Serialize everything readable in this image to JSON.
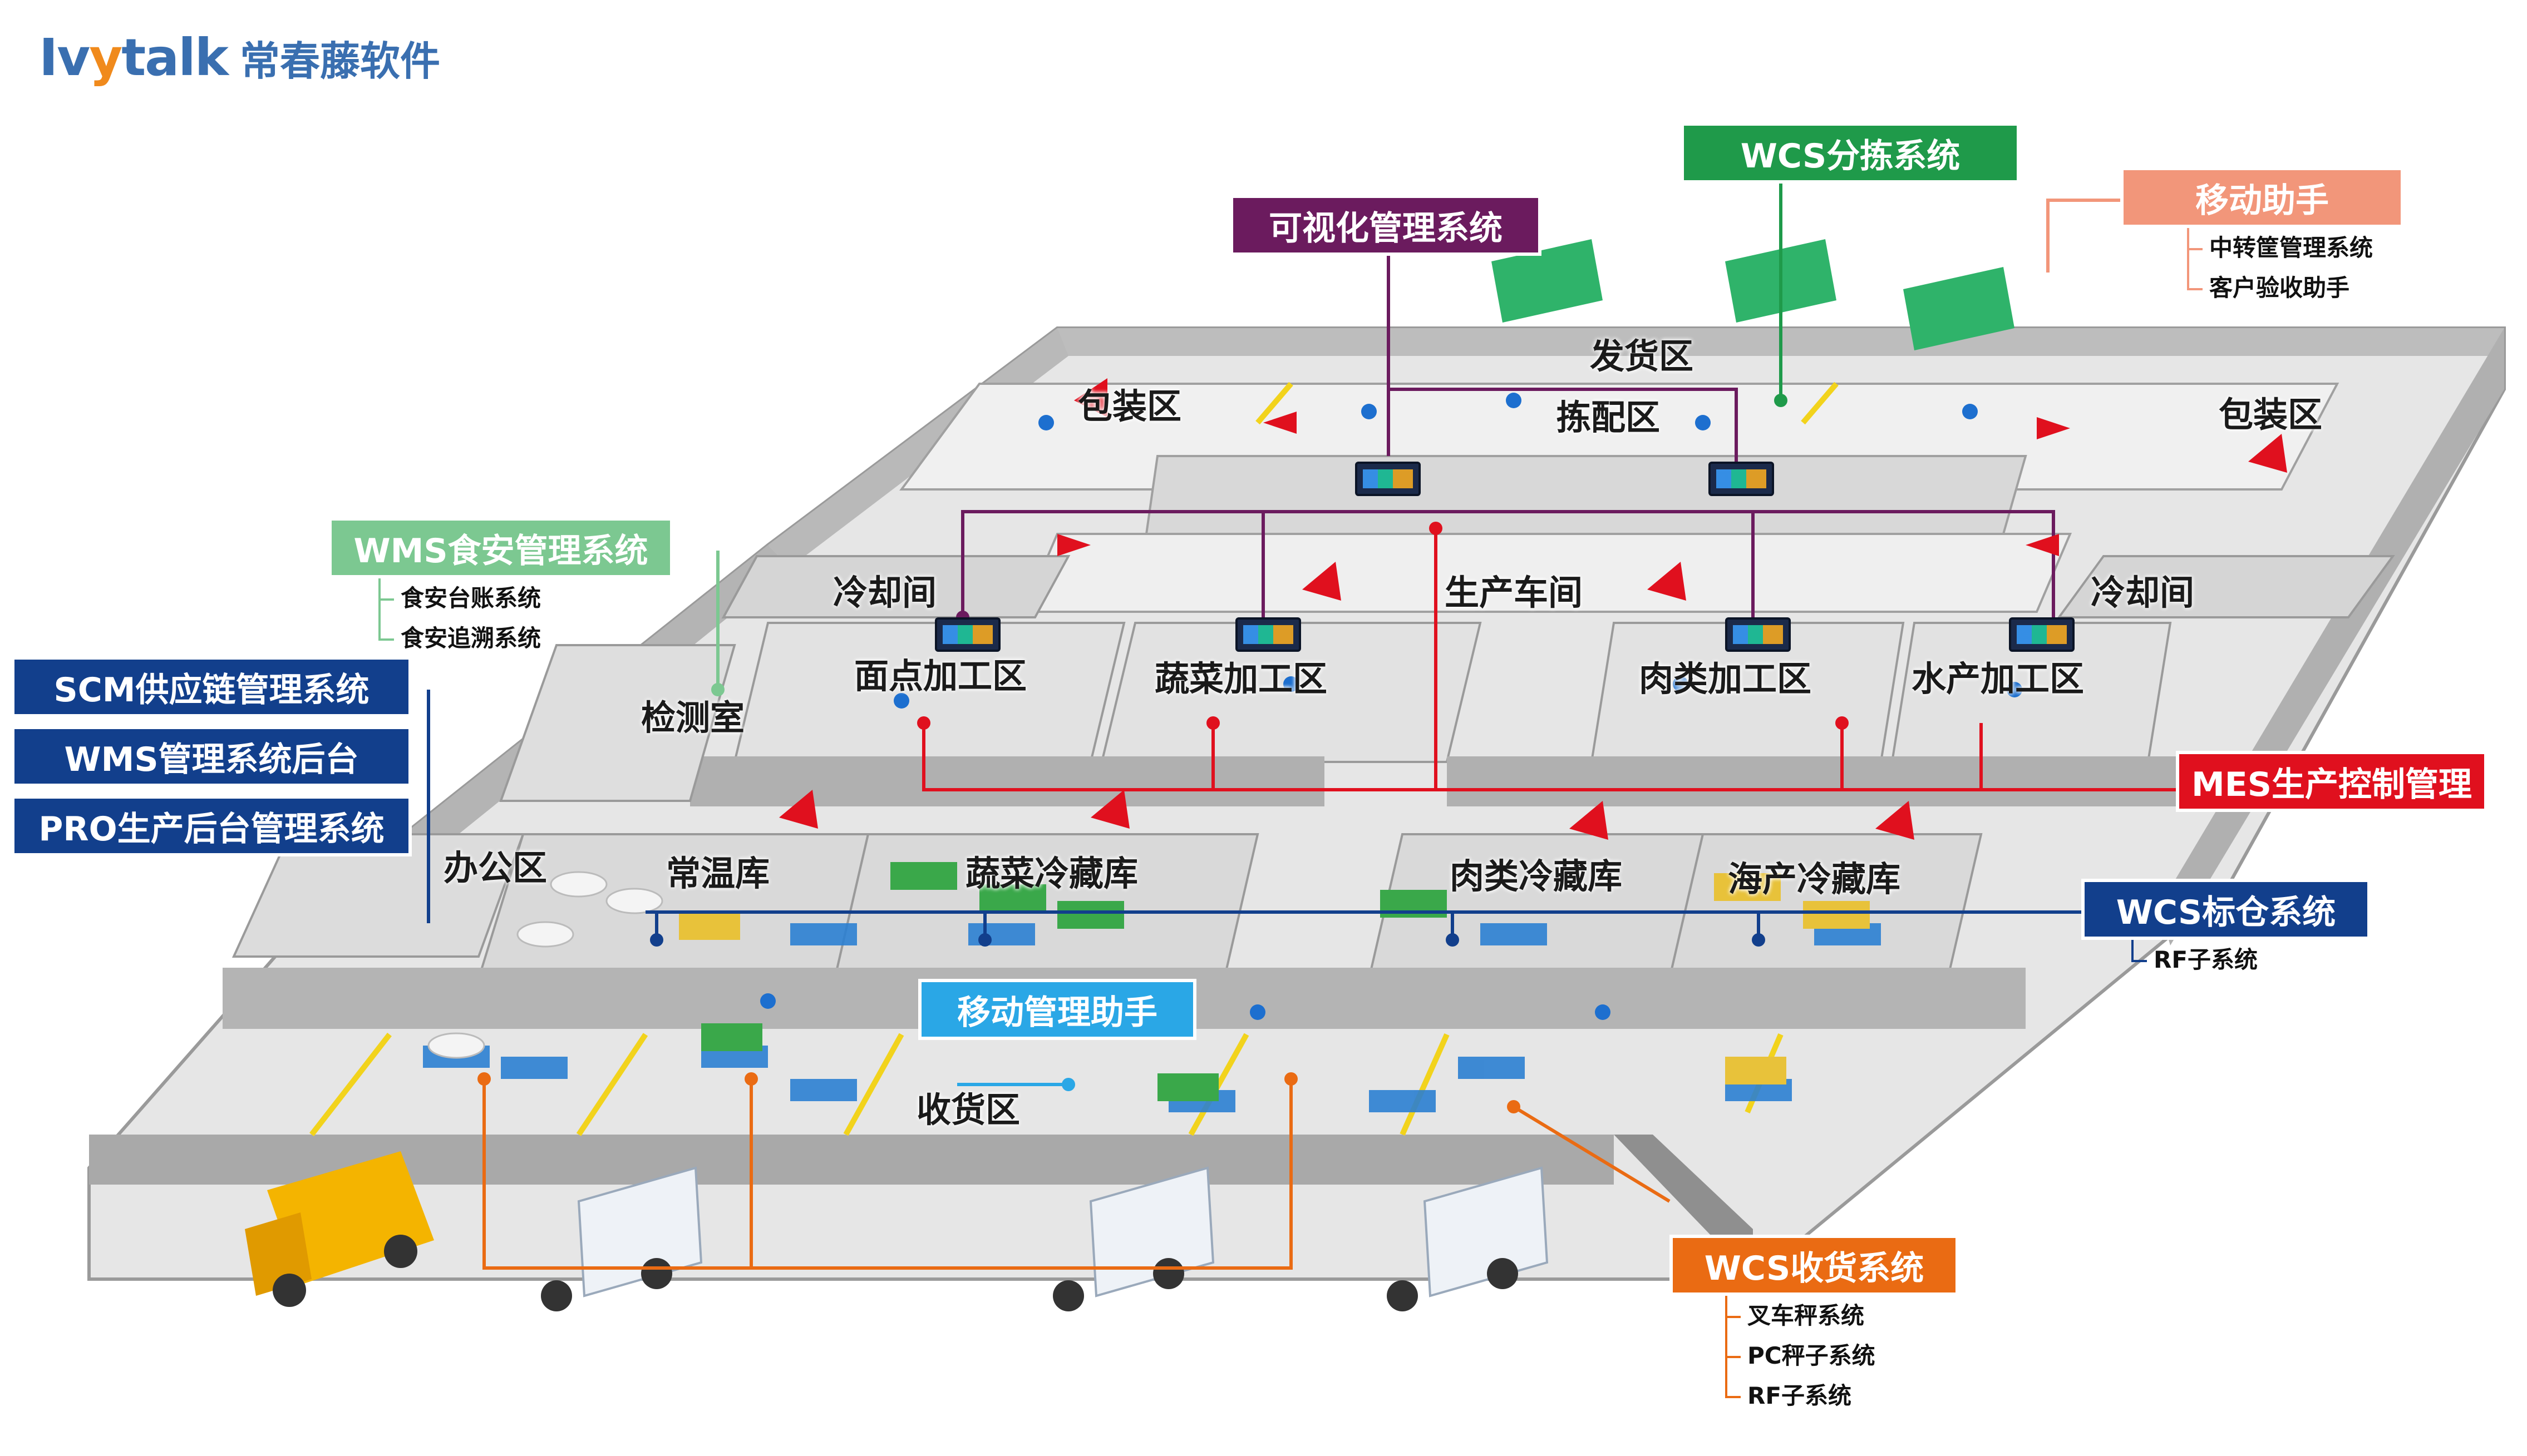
{
  "brand": {
    "logo_latin": "Ivytalk",
    "logo_cn": "常春藤软件"
  },
  "zones": {
    "shipping": "发货区",
    "packing_left": "包装区",
    "picking": "拣配区",
    "packing_right": "包装区",
    "cooling_left": "冷却间",
    "production": "生产车间",
    "cooling_right": "冷却间",
    "pastry": "面点加工区",
    "veg_process": "蔬菜加工区",
    "meat_process": "肉类加工区",
    "seafood_process": "水产加工区",
    "lab": "检测室",
    "office": "办公区",
    "ambient": "常温库",
    "veg_cold": "蔬菜冷藏库",
    "meat_cold": "肉类冷藏库",
    "seafood_cold": "海产冷藏库",
    "receiving": "收货区"
  },
  "systems": {
    "visual": {
      "label": "可视化管理系统",
      "color": "#6b1b5e"
    },
    "wcs_sort": {
      "label": "WCS分拣系统",
      "color": "#1f9a4a"
    },
    "mobile_assistant": {
      "label": "移动助手",
      "color": "#f2967a",
      "subs": [
        "中转筐管理系统",
        "客户验收助手"
      ]
    },
    "wms_food": {
      "label": "WMS食安管理系统",
      "color": "#7cc891",
      "subs": [
        "食安台账系统",
        "食安追溯系统"
      ]
    },
    "scm": {
      "label": "SCM供应链管理系统",
      "color": "#123f8c"
    },
    "wms_backend": {
      "label": "WMS管理系统后台",
      "color": "#123f8c"
    },
    "pro_backend": {
      "label": "PRO生产后台管理系统",
      "color": "#123f8c"
    },
    "mes": {
      "label": "MES生产控制管理",
      "color": "#e0101e"
    },
    "wcs_stock": {
      "label": "WCS标仓系统",
      "color": "#123f8c",
      "subs": [
        "RF子系统"
      ]
    },
    "mobile_mgmt": {
      "label": "移动管理助手",
      "color": "#2aa7e6"
    },
    "wcs_receive": {
      "label": "WCS收货系统",
      "color": "#ea6b13",
      "subs": [
        "叉车秤系统",
        "PC秤子系统",
        "RF子系统"
      ]
    }
  }
}
